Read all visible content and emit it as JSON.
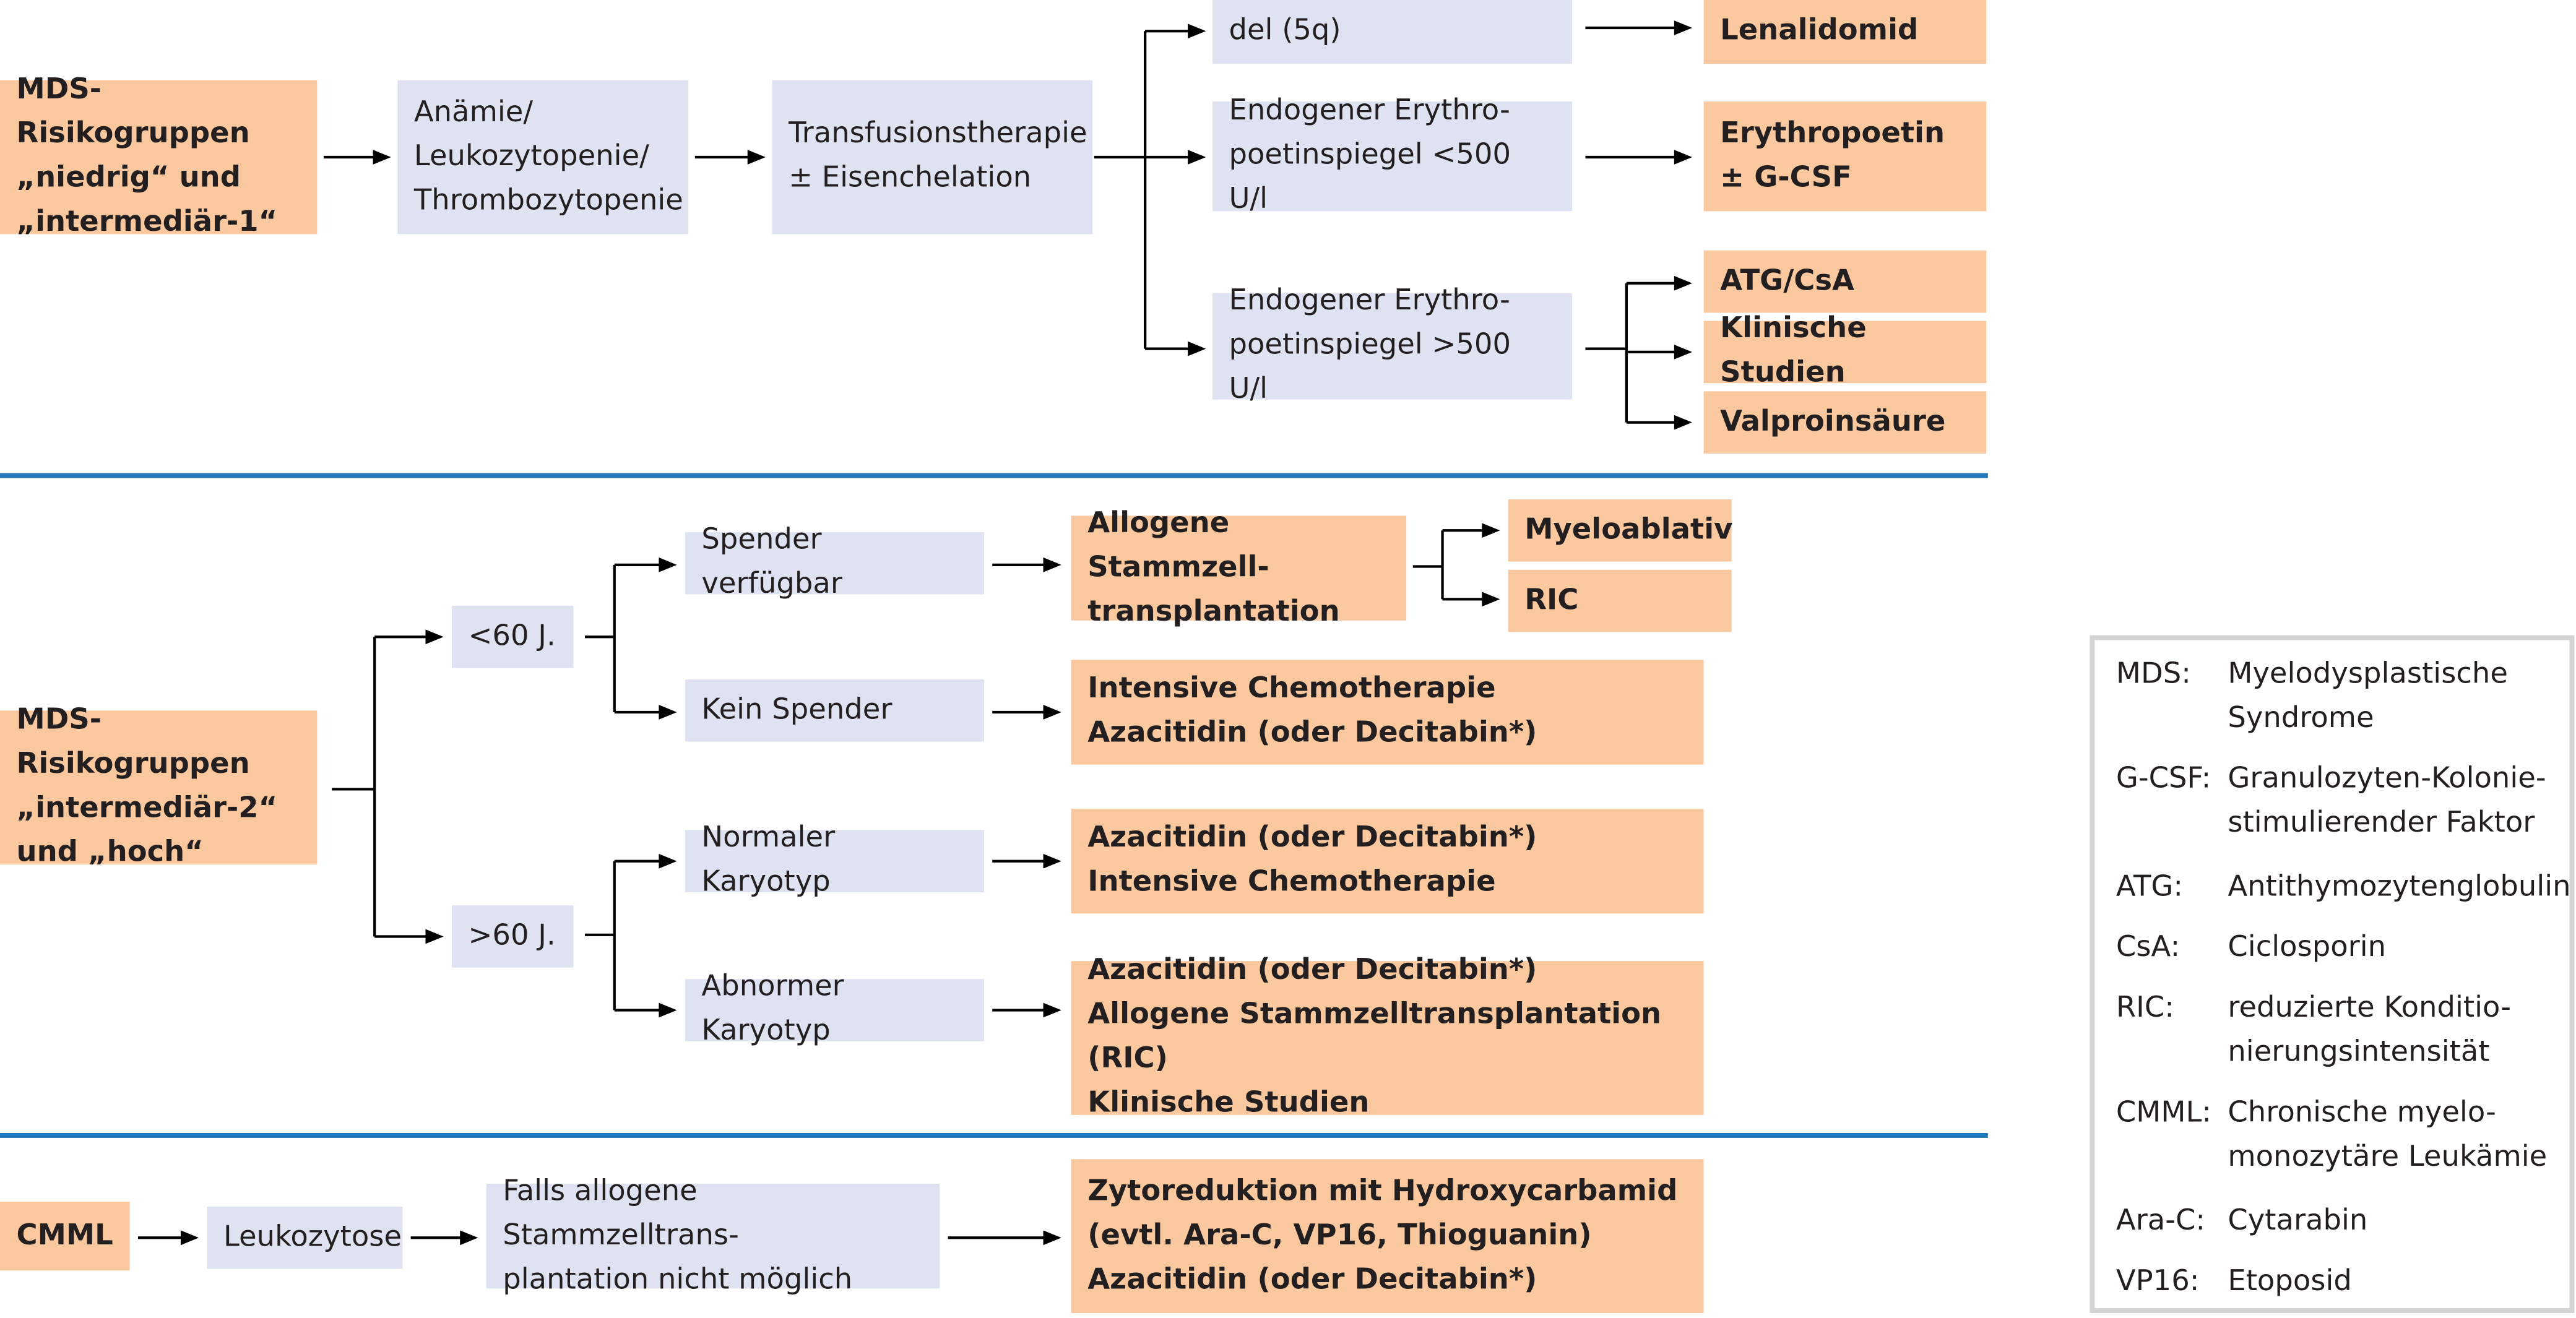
{
  "colors": {
    "blue_box": "#dfe3f1",
    "orange_box": "#fac89f",
    "separator": "#1f78b9",
    "arrow": "#000000",
    "legend_border": "#d4d4d4"
  },
  "section1": {
    "group": "MDS-Risikogruppen\n„niedrig“ und\n„intermediär-1“",
    "symptoms": "Anämie/\nLeukozytopenie/\nThrombozytopenie",
    "therapy": "Transfusionstherapie\n± Eisenchelation",
    "cond_del5q": "del (5q)",
    "cond_epo_low": "Endogener Erythro-\npoetinspiegel <500 U/l",
    "cond_epo_high": "Endogener Erythro-\npoetinspiegel >500 U/l",
    "res_lenalidomid": "Lenalidomid",
    "res_epo": "Erythropoetin\n± G-CSF",
    "res_atg": "ATG/CsA",
    "res_studies": "Klinische Studien",
    "res_valproin": "Valproinsäure"
  },
  "section2": {
    "group": "MDS-Risikogruppen\n„intermediär-2“\nund „hoch“",
    "age_young": "<60 J.",
    "age_old": ">60 J.",
    "donor": "Spender verfügbar",
    "no_donor": "Kein Spender",
    "normal_karyo": "Normaler Karyotyp",
    "abnormal_karyo": "Abnormer Karyotyp",
    "res_transplant": "Allogene Stammzell-\ntransplantation",
    "res_myeloablativ": "Myeloablativ",
    "res_ric": "RIC",
    "res_no_donor": "Intensive Chemotherapie\nAzacitidin (oder Decitabin*)",
    "res_normal": "Azacitidin (oder Decitabin*)\nIntensive Chemotherapie",
    "res_abnormal": "Azacitidin (oder Decitabin*)\nAllogene Stammzelltransplantation (RIC)\nKlinische Studien"
  },
  "section3": {
    "group": "CMML",
    "symptom": "Leukozytose",
    "condition": "Falls allogene Stammzelltrans-\nplantation nicht möglich",
    "result": "Zytoreduktion mit Hydroxycarbamid\n(evtl. Ara-C, VP16, Thioguanin)\nAzacitidin (oder Decitabin*)"
  },
  "legend": [
    {
      "abbr": "MDS:",
      "text": "Myelodysplastische\nSyndrome"
    },
    {
      "abbr": "G-CSF:",
      "text": "Granulozyten-Kolonie-\nstimulierender Faktor"
    },
    {
      "abbr": "ATG:",
      "text": "Antithymozytenglobulin"
    },
    {
      "abbr": "CsA:",
      "text": "Ciclosporin"
    },
    {
      "abbr": "RIC:",
      "text": "reduzierte Konditio-\nnierungsintensität"
    },
    {
      "abbr": "CMML:",
      "text": "Chronische myelo-\nmonozytäre Leukämie"
    },
    {
      "abbr": "Ara-C:",
      "text": "Cytarabin"
    },
    {
      "abbr": "VP16:",
      "text": "Etoposid"
    }
  ]
}
